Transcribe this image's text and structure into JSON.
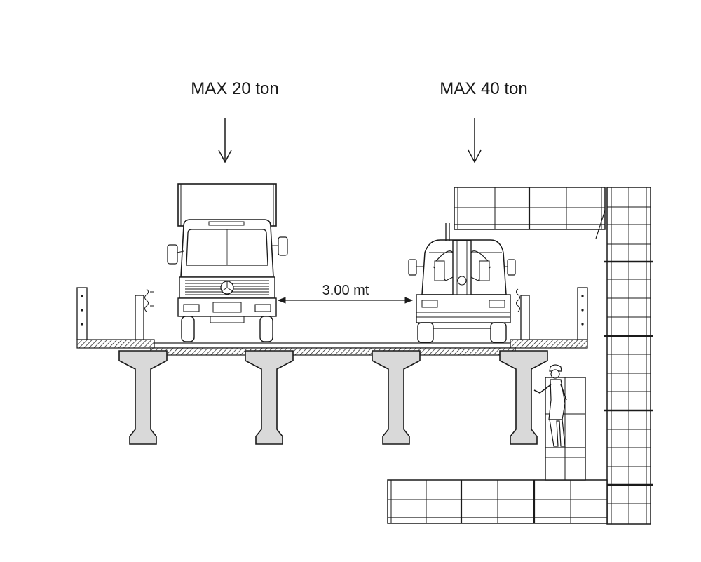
{
  "loads": [
    {
      "label": "MAX 20 ton"
    },
    {
      "label": "MAX 40 ton"
    }
  ],
  "dimension": {
    "label": "3.00 mt"
  },
  "colors": {
    "line": "#1a1a1a",
    "beam_fill": "#d9d9d9",
    "background": "#ffffff"
  }
}
